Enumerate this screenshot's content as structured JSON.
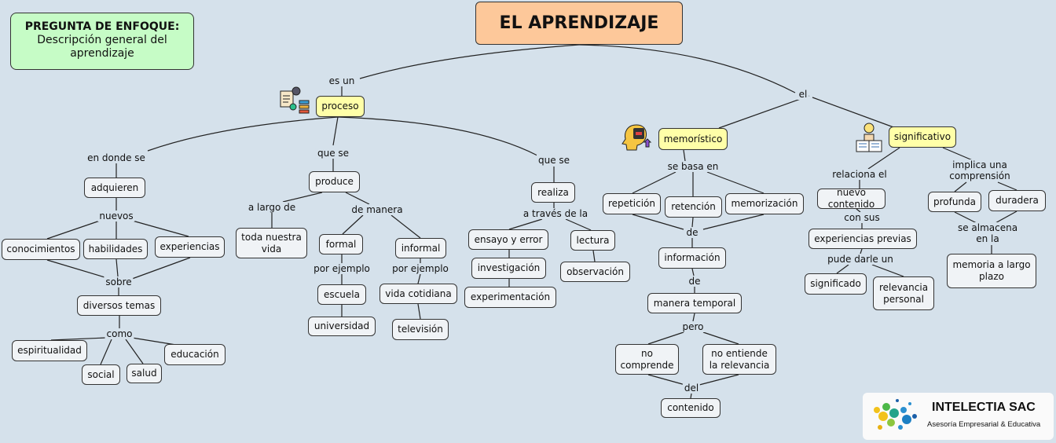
{
  "title": "EL APRENDIZAJE",
  "focus_question": {
    "heading": "PREGUNTA DE ENFOQUE:",
    "text": "Descripción general del aprendizaje"
  },
  "concepts": [
    {
      "id": "proceso",
      "label": "proceso",
      "highlight": true
    },
    {
      "id": "memoristico",
      "label": "memorístico",
      "highlight": true
    },
    {
      "id": "significativo",
      "label": "significativo",
      "highlight": true
    },
    {
      "id": "adquieren",
      "label": "adquieren"
    },
    {
      "id": "conocimientos",
      "label": "conocimientos"
    },
    {
      "id": "habilidades",
      "label": "habilidades"
    },
    {
      "id": "experiencias",
      "label": "experiencias"
    },
    {
      "id": "diversos-temas",
      "label": "diversos temas"
    },
    {
      "id": "espiritualidad",
      "label": "espiritualidad"
    },
    {
      "id": "social",
      "label": "social"
    },
    {
      "id": "salud",
      "label": "salud"
    },
    {
      "id": "educacion",
      "label": "educación"
    },
    {
      "id": "produce",
      "label": "produce"
    },
    {
      "id": "toda-nuestra-vida",
      "label": "toda nuestra\nvida"
    },
    {
      "id": "formal",
      "label": "formal"
    },
    {
      "id": "informal",
      "label": "informal"
    },
    {
      "id": "escuela",
      "label": "escuela"
    },
    {
      "id": "universidad",
      "label": "universidad"
    },
    {
      "id": "vida-cotidiana",
      "label": "vida cotidiana"
    },
    {
      "id": "television",
      "label": "televisión"
    },
    {
      "id": "realiza",
      "label": "realiza"
    },
    {
      "id": "ensayo-y-error",
      "label": "ensayo y error"
    },
    {
      "id": "investigacion",
      "label": "investigación"
    },
    {
      "id": "experimentacion",
      "label": "experimentación"
    },
    {
      "id": "lectura",
      "label": "lectura"
    },
    {
      "id": "observacion",
      "label": "observación"
    },
    {
      "id": "repeticion",
      "label": "repetición"
    },
    {
      "id": "retencion",
      "label": "retención"
    },
    {
      "id": "memorizacion",
      "label": "memorización"
    },
    {
      "id": "informacion",
      "label": "información"
    },
    {
      "id": "manera-temporal",
      "label": "manera temporal"
    },
    {
      "id": "no-comprende",
      "label": "no\ncomprende"
    },
    {
      "id": "no-entiende",
      "label": "no entiende\nla relevancia"
    },
    {
      "id": "contenido",
      "label": "contenido"
    },
    {
      "id": "nuevo-contenido",
      "label": "nuevo contenido"
    },
    {
      "id": "experiencias-previas",
      "label": "experiencias previas"
    },
    {
      "id": "significado",
      "label": "significado"
    },
    {
      "id": "relevancia-personal",
      "label": "relevancia\npersonal"
    },
    {
      "id": "profunda",
      "label": "profunda"
    },
    {
      "id": "duradera",
      "label": "duradera"
    },
    {
      "id": "memoria-largo-plazo",
      "label": "memoria a largo\nplazo"
    }
  ],
  "linking_phrases": [
    "es un",
    "el",
    "en donde se",
    "que se",
    "que se",
    "nuevos",
    "sobre",
    "como",
    "a largo de",
    "de manera",
    "por ejemplo",
    "por ejemplo",
    "a través de la",
    "se basa en",
    "de",
    "de",
    "pero",
    "del",
    "relaciona el",
    "con sus",
    "pude darle un",
    "implica una\ncomprensión",
    "se almacena\nen la"
  ],
  "logo": {
    "name": "INTELECTIA SAC",
    "tagline": "Asesoría Empresarial & Educativa"
  },
  "colors": {
    "background": "#d5e1eb",
    "title": "#fdc89a",
    "focus": "#c6fcc6",
    "highlight": "#ffffa8",
    "concept": "#f0f3f6"
  }
}
